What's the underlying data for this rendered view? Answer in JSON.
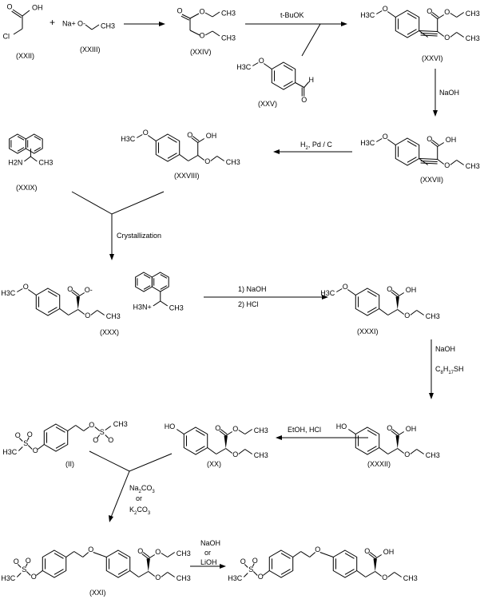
{
  "atoms": {
    "O": "O",
    "OH": "OH",
    "HO": "HO",
    "CH3": "CH3",
    "H3C": "H3C",
    "Cl": "Cl",
    "Na": "Na+",
    "Ominus": "O-",
    "H": "H",
    "S": "S",
    "H2N": "H2N",
    "H3N": "H3N+",
    "Ocarbox": "O-"
  },
  "compounds": {
    "XXII": "(XXII)",
    "XXIII": "(XXIII)",
    "XXIV": "(XXIV)",
    "XXV": "(XXV)",
    "XXVI": "(XXVI)",
    "XXVII": "(XXVII)",
    "XXVIII": "(XXVIII)",
    "XXIX": "(XXIX)",
    "XXX": "(XXX)",
    "XXXI": "(XXXI)",
    "XXXII": "(XXXII)",
    "XX": "(XX)",
    "II": "(II)",
    "XXI": "(XXI)"
  },
  "plus": "+",
  "reagents": {
    "tbuok": "t-BuOK",
    "naoh1": "NaOH",
    "h2pdc": "H2, Pd / C",
    "cryst": "Crystallization",
    "naoh_step1": "1) NaOH",
    "hcl_step2": "2) HCl",
    "naoh2": "NaOH",
    "c8h17sh": "C8H17SH",
    "etoh_hcl": "EtOH, HCl",
    "na2co3": "Na2CO3",
    "or1": "or",
    "k2co3": "K2CO3",
    "naoh3": "NaOH",
    "or2": "or",
    "lioh": "LiOH"
  }
}
